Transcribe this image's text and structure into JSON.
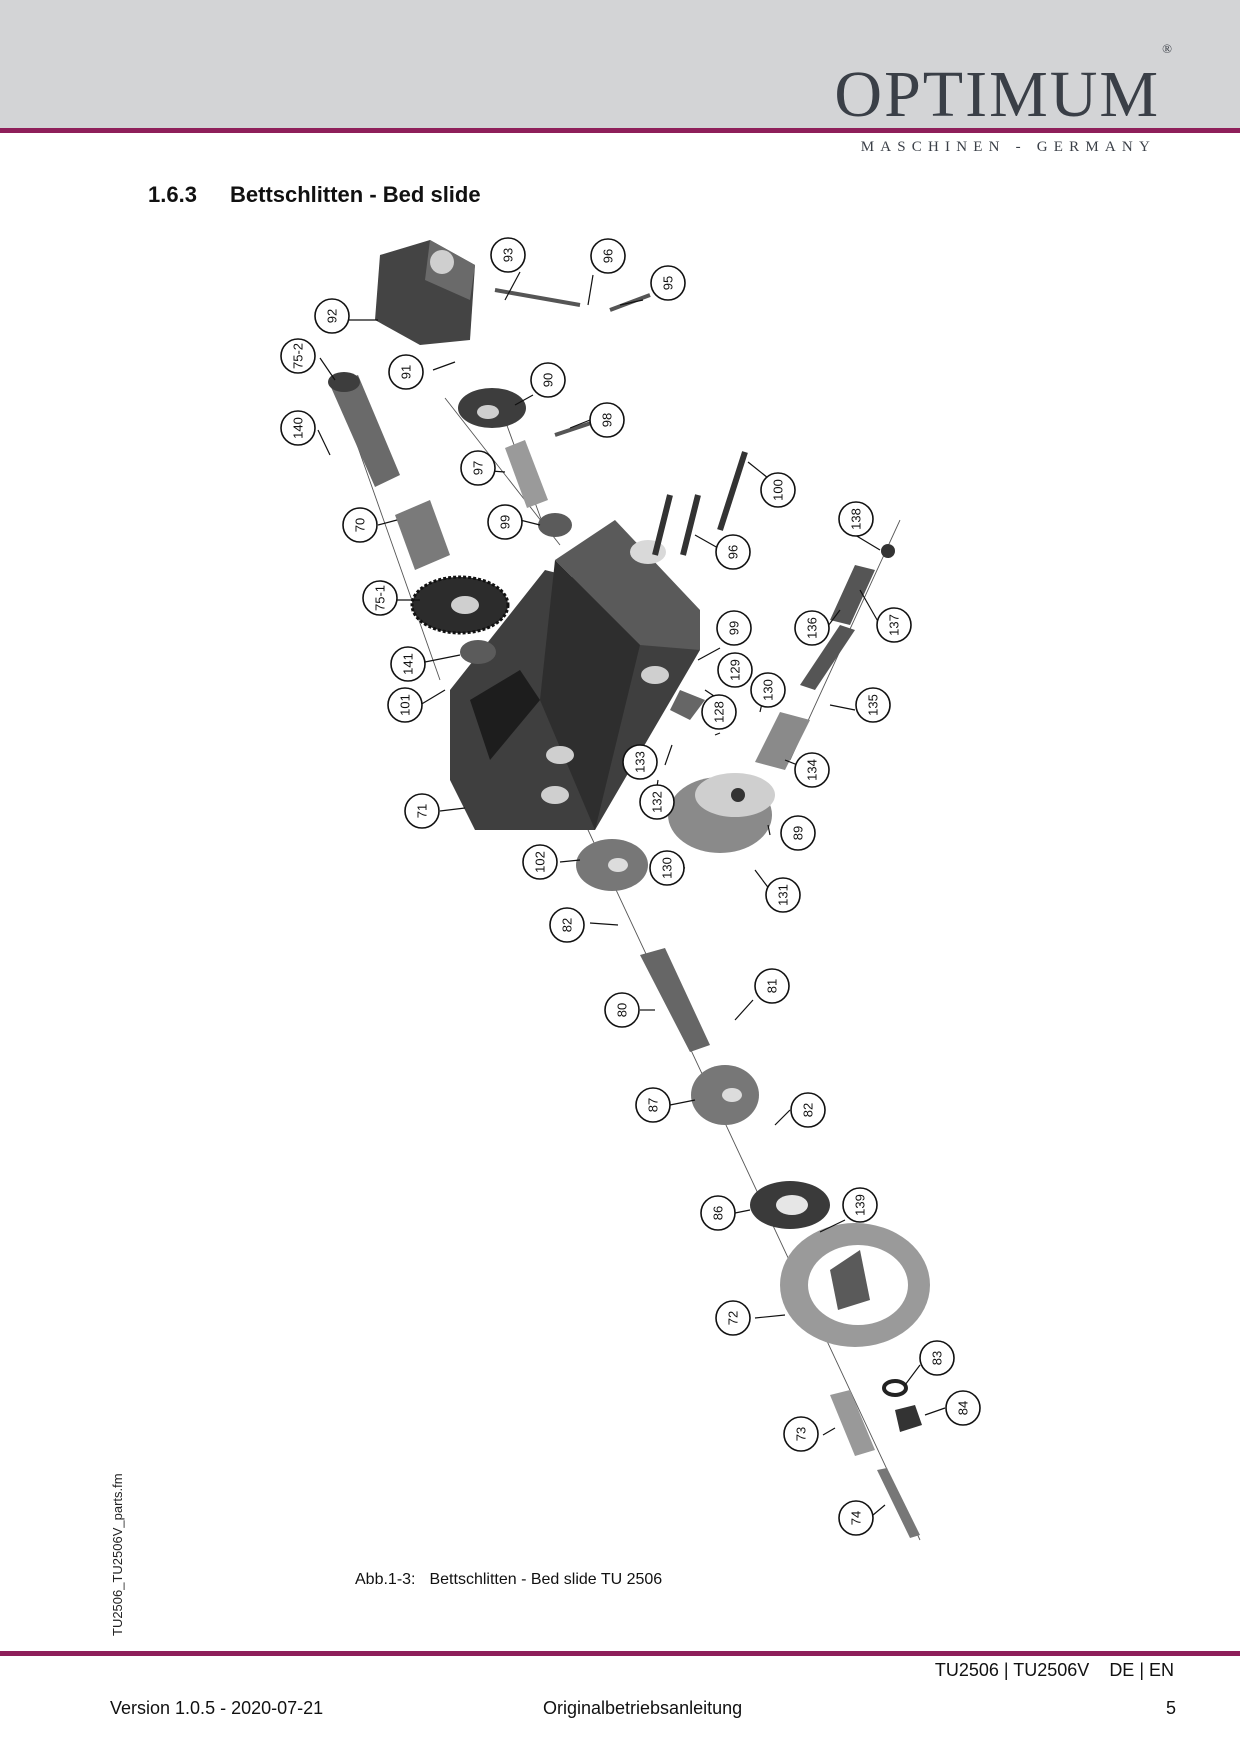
{
  "header": {
    "brand": "OPTIMUM",
    "registered_mark": "®",
    "tagline": "MASCHINEN - GERMANY"
  },
  "section": {
    "number": "1.6.3",
    "title": "Bettschlitten - Bed slide"
  },
  "side_note": "TU2506_TU2506V_parts.fm",
  "figure": {
    "label": "Abb.1-3:",
    "caption": "Bettschlitten - Bed slide TU 2506",
    "callouts": [
      "93",
      "96",
      "95",
      "92",
      "75-2",
      "91",
      "90",
      "140",
      "98",
      "97",
      "100",
      "70",
      "99",
      "96",
      "138",
      "75-1",
      "137",
      "136",
      "99",
      "141",
      "129",
      "101",
      "130",
      "128",
      "135",
      "133",
      "134",
      "132",
      "71",
      "89",
      "102",
      "130",
      "131",
      "82",
      "81",
      "80",
      "87",
      "82",
      "86",
      "139",
      "72",
      "83",
      "84",
      "73",
      "74"
    ]
  },
  "footer": {
    "models": "TU2506 | TU2506V",
    "languages": "DE | EN",
    "version": "Version 1.0.5 - 2020-07-21",
    "doc_type": "Originalbetriebsanleitung",
    "page": "5"
  },
  "colors": {
    "accent": "#8e1f5a",
    "header_band": "#d3d4d6",
    "logo": "#3a3f47",
    "part": "#4a4a4a"
  }
}
